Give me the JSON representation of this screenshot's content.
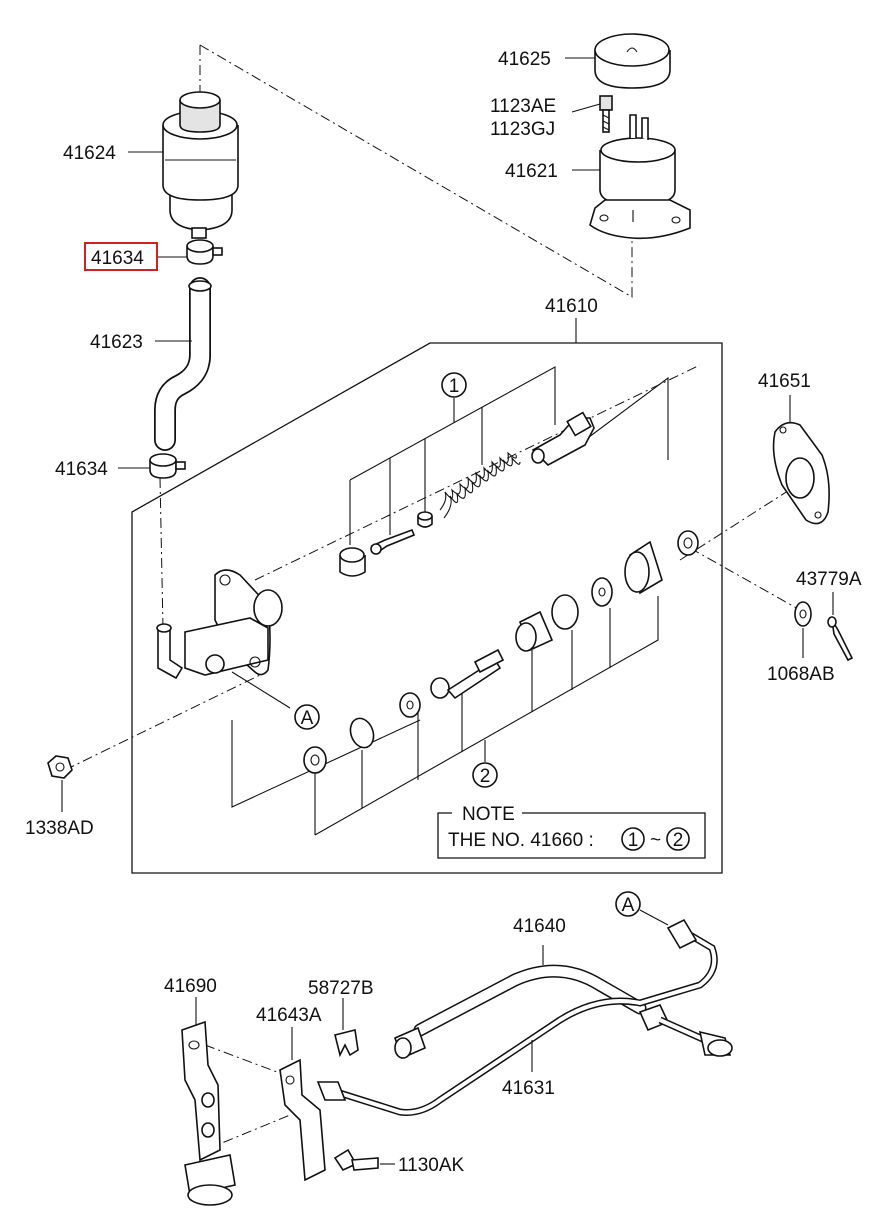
{
  "labels": {
    "p41625": "41625",
    "p1123ae": "1123AE",
    "p1123gj": "1123GJ",
    "p41621": "41621",
    "p41624": "41624",
    "p41634_top": "41634",
    "p41623": "41623",
    "p41634_bottom": "41634",
    "p41610": "41610",
    "p41651": "41651",
    "p43779a": "43779A",
    "p1068ab": "1068AB",
    "p1338ad": "1338AD",
    "p41640": "41640",
    "p41631": "41631",
    "p41690": "41690",
    "p58727b": "58727B",
    "p41643a": "41643A",
    "p1130ak": "1130AK"
  },
  "callouts": {
    "ref_a_top": "A",
    "ref_a_bottom": "A",
    "group1": "1",
    "group2": "2"
  },
  "note": {
    "title": "NOTE",
    "text": "THE NO. 41660 :",
    "range_start": "1",
    "range_sep": "~",
    "range_end": "2"
  },
  "highlight": {
    "part": "41634",
    "color": "#d42020"
  }
}
